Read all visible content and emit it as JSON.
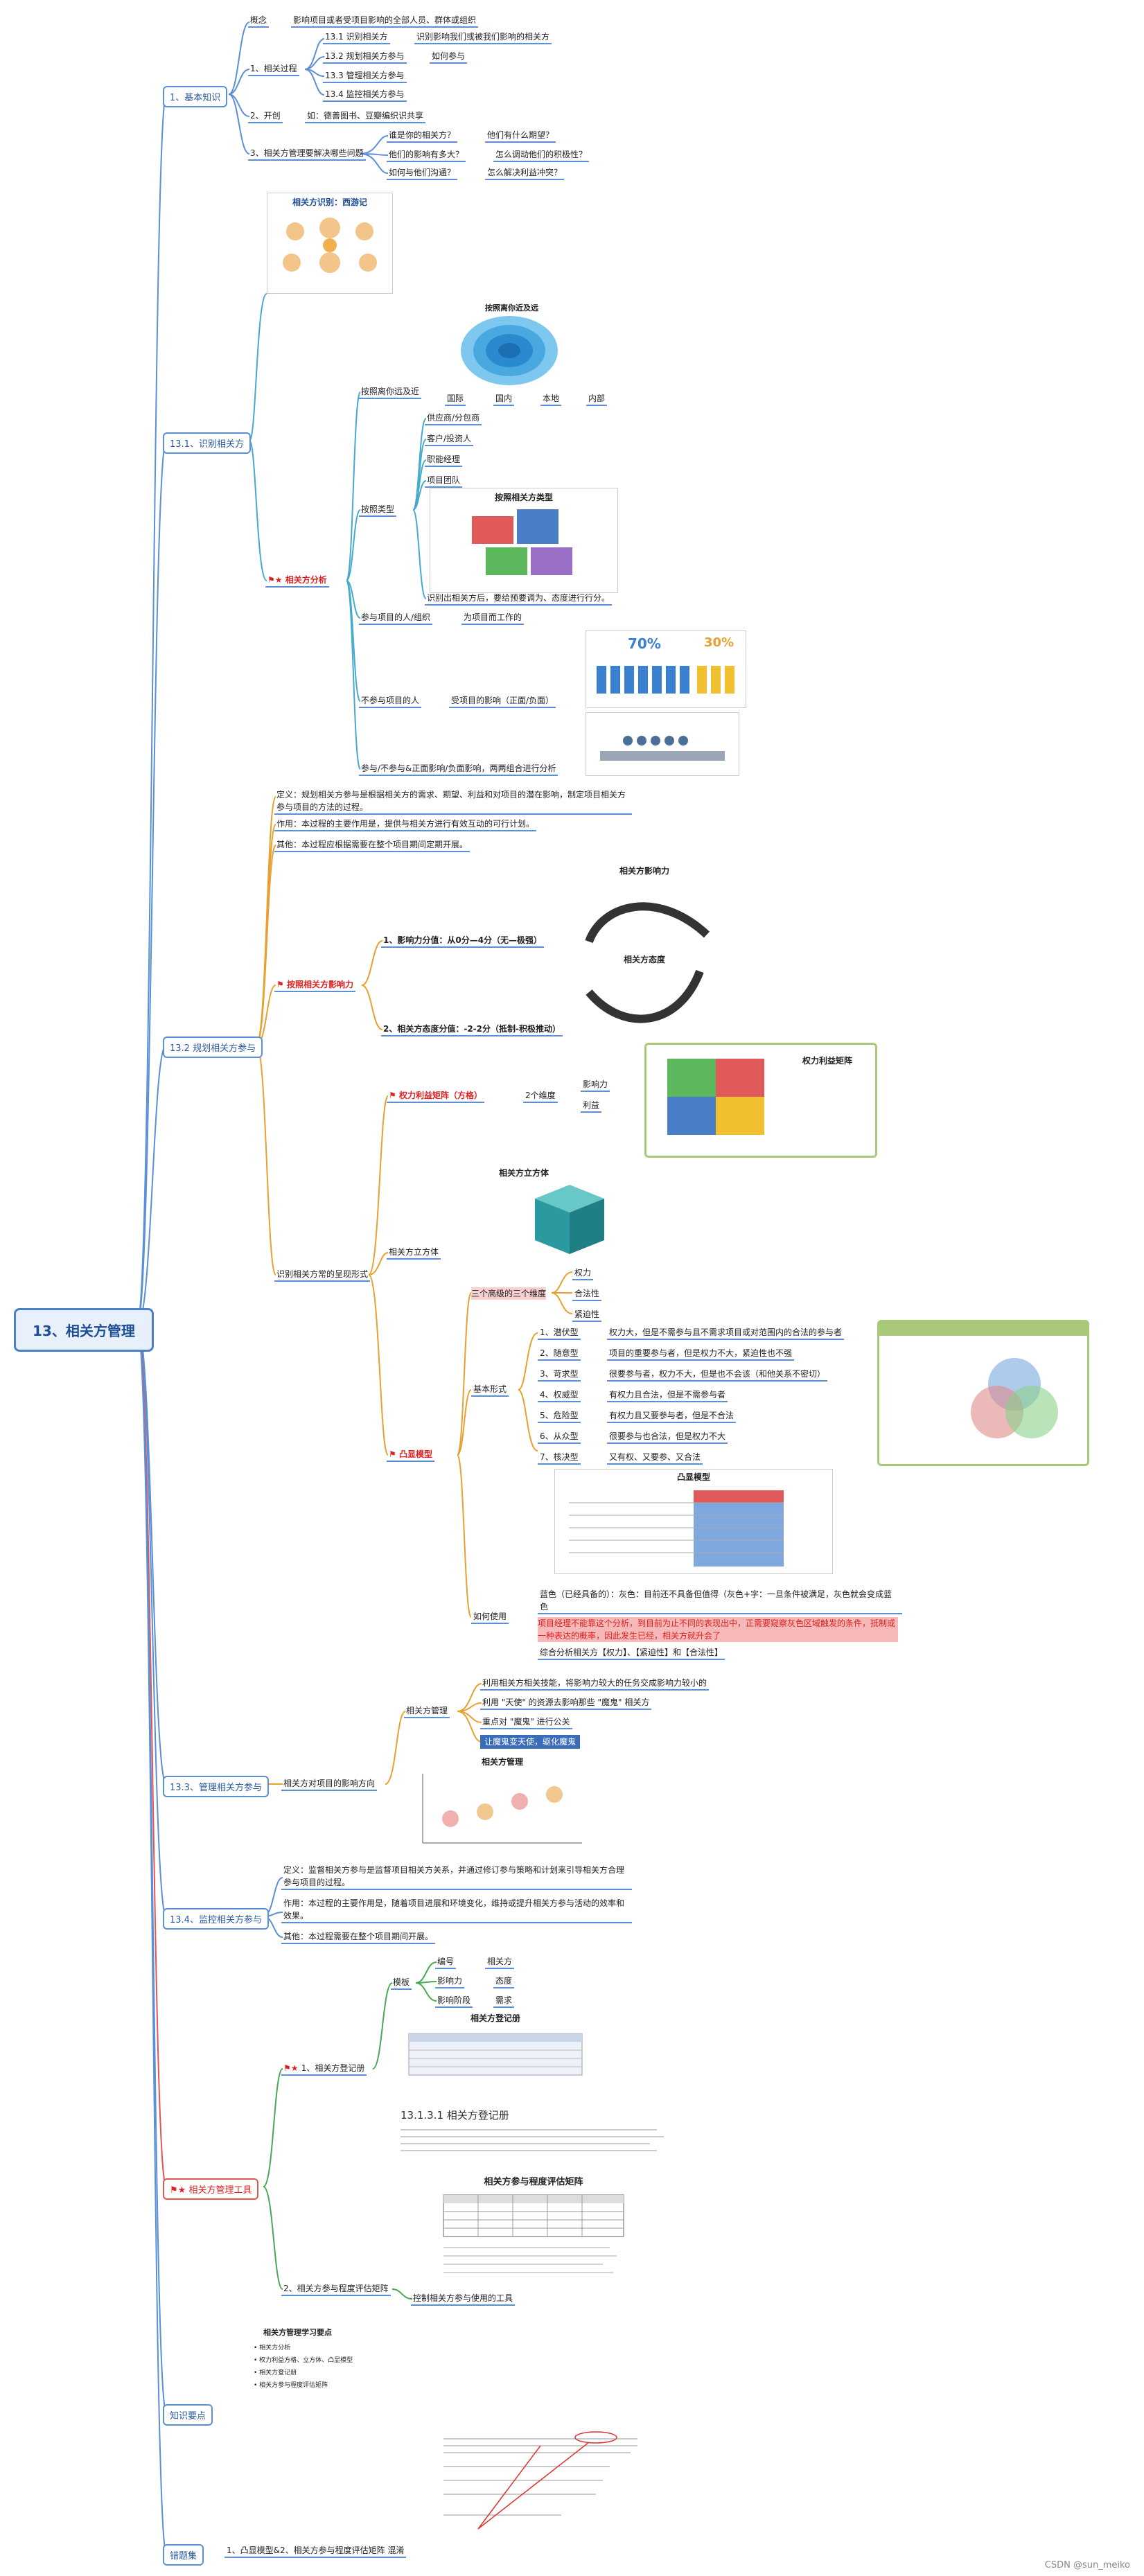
{
  "root": "13、相关方管理",
  "sections": {
    "basic": {
      "label": "1、基本知识",
      "concept_key": "概念",
      "concept_val": "影响项目或者受项目影响的全部人员、群体或组织",
      "process_key": "1、相关过程",
      "processes": [
        "13.1 识别相关方",
        "13.2 规划相关方参与",
        "13.3 管理相关方参与",
        "13.4 监控相关方参与"
      ],
      "p1_desc": "识别影响我们或被我们影响的相关方",
      "p2_desc": "如何参与",
      "tip2": "2、开创",
      "tip2_val": "如：德善图书、豆瓣编织识共享",
      "q_key": "3、相关方管理要解决哪些问题",
      "qa": [
        [
          "谁是你的相关方？",
          "他们有什么期望？"
        ],
        [
          "他们的影响有多大？",
          "怎么调动他们的积极性？"
        ],
        [
          "如何与他们沟通？",
          "怎么解决利益冲突？"
        ]
      ]
    },
    "identify": {
      "label": "13.1、识别相关方",
      "img_title": "相关方识别：西游记",
      "analysis": "相关方分析",
      "by_range": "按照离你远及近",
      "range_chart_title": "按照离你近及远",
      "range_items": [
        "国际",
        "国内",
        "本地",
        "内部"
      ],
      "by_type": "按照类型",
      "types": [
        "供应商/分包商",
        "客户/投资人",
        "职能经理",
        "项目团队"
      ],
      "type_chart_title": "按照相关方类型",
      "type_note": "识别出相关方后，要给预要调为、态度进行行分。",
      "participants": "参与项目的人/组织",
      "participants_val": "为项目而工作的",
      "nonparticipants": "不参与项目的人",
      "nonparticipants_val": "受项目的影响（正面/负面）",
      "pct1": "70%",
      "pct2": "30%",
      "summary": "参与/不参与&正面影响/负面影响，两两组合进行分析"
    },
    "plan": {
      "label": "13.2 规划相关方参与",
      "def": "定义：规划相关方参与是根据相关方的需求、期望、利益和对项目的潜在影响，制定项目相关方参与项目的方法的过程。",
      "role": "作用：本过程的主要作用是，提供与相关方进行有效互动的可行计划。",
      "other": "其他：本过程应根据需要在整个项目期间定期开展。",
      "by_influence": "按照相关方影响力",
      "influence_score": "1、影响力分值：从0分—4分（无—极强）",
      "attitude_score": "2、相关方态度分值：-2-2分（抵制-积极推动）",
      "influence_chart": "相关方影响力",
      "attitude_chart": "相关方态度",
      "forms": "识别相关方常的呈现形式",
      "matrix": "权力利益矩阵（方格）",
      "dims": "2个维度",
      "dim_vals": [
        "影响力",
        "利益"
      ],
      "matrix_title": "权力利益矩阵",
      "cube": "相关方立方体",
      "cube_title": "相关方立方体",
      "salience": "凸显模型",
      "three": "三个高级的三个维度",
      "three_vals": [
        "权力",
        "合法性",
        "紧迫性"
      ],
      "basic_form": "基本形式",
      "types": [
        [
          "1、潜伏型",
          "权力大，但是不需参与且不需求项目或对范围内的合法的参与者"
        ],
        [
          "2、随意型",
          "项目的重要参与者，但是权力不大，紧迫性也不强"
        ],
        [
          "3、苛求型",
          "很要参与者，权力不大，但是也不会该（和他关系不密切）"
        ],
        [
          "4、权威型",
          "有权力且合法，但是不需参与者"
        ],
        [
          "5、危险型",
          "有权力且又要参与者，但是不合法"
        ],
        [
          "6、从众型",
          "很要参与也合法，但是权力不大"
        ],
        [
          "7、核决型",
          "又有权、又要参、又合法"
        ]
      ],
      "salience_title": "凸显模型",
      "how": "如何使用",
      "how1": "蓝色（已经具备的）：灰色：目前还不具备但值得（灰色+字：一旦条件被满足，灰色就会变成蓝色",
      "how2": "项目经理不能靠这个分析，到目前为止不同的表现出中，正需要窥察灰色区域触发的条件，抵制或一种表达的概率，因此发生已经，相关方就升会了",
      "how3": "综合分析相关方【权力】、【紧迫性】和【合法性】"
    },
    "manage": {
      "label": "13.3、管理相关方参与",
      "branch": "相关方对项目的影响方向",
      "sub": "相关方管理",
      "items": [
        "利用相关方相关技能，将影响力较大的任务交成影响力较小的",
        "利用 \"天使\" 的资源去影响那些 \"魔鬼\" 相关方",
        "重点对 \"魔鬼\" 进行公关",
        "让魔鬼变天使，驱化魔鬼"
      ],
      "img_title": "相关方管理"
    },
    "monitor": {
      "label": "13.4、监控相关方参与",
      "def": "定义：监督相关方参与是监督项目相关方关系，并通过修订参与策略和计划来引导相关方合理参与项目的过程。",
      "role": "作用：本过程的主要作用是，随着项目进展和环境变化，维持或提升相关方参与活动的效率和效果。",
      "other": "其他：本过程需要在整个项目期间开展。"
    },
    "tools": {
      "label": "相关方管理工具",
      "reg": "1、相关方登记册",
      "template": "模板",
      "tpl_items": [
        [
          "编号",
          "相关方"
        ],
        [
          "影响力",
          "态度"
        ],
        [
          "影响阶段",
          "需求"
        ]
      ],
      "reg_img": "相关方登记册",
      "reg_example": "13.1.3.1 相关方登记册",
      "matrix": "2、相关方参与程度评估矩阵",
      "matrix_img": "相关方参与程度评估矩阵",
      "control": "控制相关方参与使用的工具"
    },
    "points": {
      "label": "知识要点",
      "img_title": "相关方管理学习要点",
      "items": [
        "相关方分析",
        "权力利益方格、立方体、凸显模型",
        "相关方登记册",
        "相关方参与程度评估矩阵"
      ]
    },
    "wrong": {
      "label": "错题集",
      "item": "1、凸显模型&2、相关方参与程度评估矩阵 混淆"
    }
  },
  "watermark": "CSDN @sun_meiko"
}
